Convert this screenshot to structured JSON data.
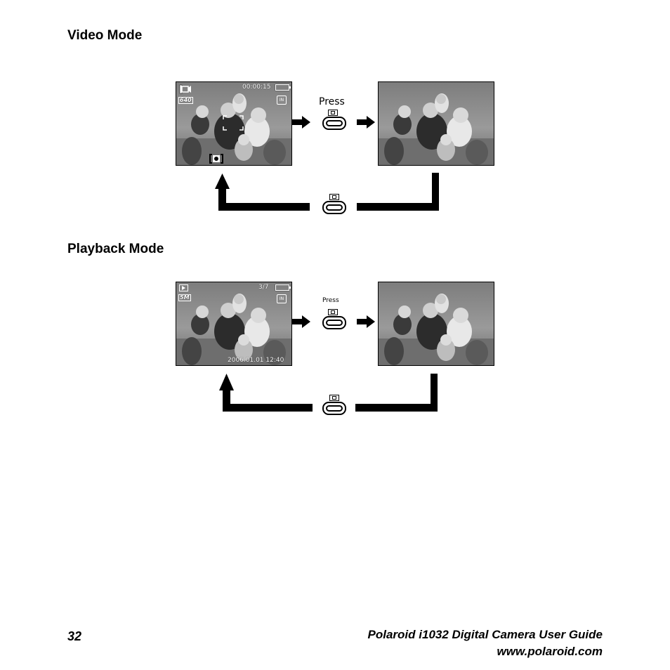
{
  "sections": {
    "video": {
      "title": "Video Mode",
      "press_label": "Press",
      "lcd": {
        "timecode": "00:00:15",
        "resolution": "640",
        "memory": "IN"
      }
    },
    "playback": {
      "title": "Playback Mode",
      "press_label": "Press",
      "lcd": {
        "counter": "3/7",
        "resolution": "5M",
        "memory": "IN",
        "datetime": "2006.01.01 12:40"
      }
    }
  },
  "icons": {
    "video_mode": "movie-camera-icon",
    "playback_mode": "play-icon",
    "display_button": "display-button-icon",
    "battery": "battery-icon",
    "internal_memory": "internal-memory-icon",
    "focus_frame": "focus-frame-icon",
    "record": "record-icon",
    "arrow": "arrow-right-icon"
  },
  "footer": {
    "page_number": "32",
    "title": "Polaroid i1032 Digital Camera User Guide",
    "url": "www.polaroid.com"
  }
}
